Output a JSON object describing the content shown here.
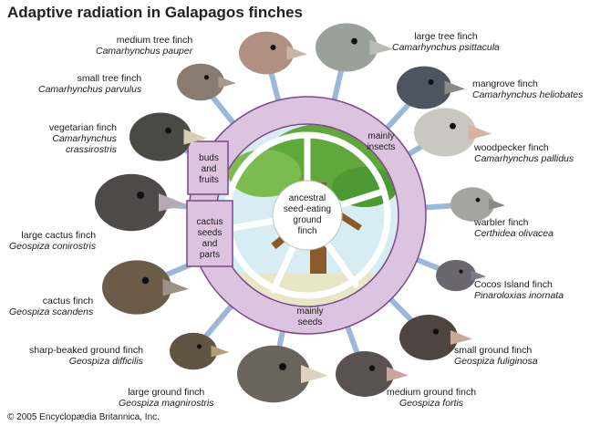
{
  "title": "Adaptive radiation in Galapagos finches",
  "copyright": "© 2005 Encyclopædia Britannica, Inc.",
  "center_label": [
    "ancestral",
    "seed-eating",
    "ground",
    "finch"
  ],
  "diet_groups": {
    "insects": [
      "mainly",
      "insects"
    ],
    "seeds": [
      "mainly",
      "seeds"
    ],
    "buds": [
      "buds",
      "and",
      "fruits"
    ],
    "cactus": [
      "cactus",
      "seeds",
      "and",
      "parts"
    ]
  },
  "colors": {
    "ring": "#dcc3e0",
    "ring_stroke": "#7a4a86",
    "branch": "#ffffff",
    "spoke": "#9bb8d6",
    "tree_trunk": "#8a5a2b",
    "foliage": "#5fa83b",
    "sky": "#d8ecf3"
  },
  "finches": [
    {
      "name": "medium tree finch",
      "species": "Camarhynchus pauper",
      "head_color": "#b09080",
      "beak_color": "#c9b6a6"
    },
    {
      "name": "large tree finch",
      "species": "Camarhynchus psittacula",
      "head_color": "#9aa09a",
      "beak_color": "#b8bcb2"
    },
    {
      "name": "small tree finch",
      "species": "Camarhynchus parvulus",
      "head_color": "#8a7b70",
      "beak_color": "#a89a8c"
    },
    {
      "name": "mangrove finch",
      "species": "Camarhynchus heliobates",
      "head_color": "#4c5560",
      "beak_color": "#8a8a86"
    },
    {
      "name": "vegetarian finch",
      "species": "Camarhynchus crassirostris",
      "head_color": "#4a4a44",
      "beak_color": "#d8cfb0"
    },
    {
      "name": "woodpecker finch",
      "species": "Camarhynchus pallidus",
      "head_color": "#c8c8c0",
      "beak_color": "#d9b3a0"
    },
    {
      "name": "large cactus finch",
      "species": "Geospiza conirostris",
      "head_color": "#4e4a4a",
      "beak_color": "#b7a8b2"
    },
    {
      "name": "warbler finch",
      "species": "Certhidea olivacea",
      "head_color": "#a4a4a0",
      "beak_color": "#8a8a86"
    },
    {
      "name": "cactus finch",
      "species": "Geospiza scandens",
      "head_color": "#6b5b48",
      "beak_color": "#9a9288"
    },
    {
      "name": "Cocos Island finch",
      "species": "Pinaroloxias inornata",
      "head_color": "#6a6670",
      "beak_color": "#7e7a84"
    },
    {
      "name": "sharp-beaked ground finch",
      "species": "Geospiza difficilis",
      "head_color": "#5f5542",
      "beak_color": "#b79c70"
    },
    {
      "name": "small ground finch",
      "species": "Geospiza fuliginosa",
      "head_color": "#4e4540",
      "beak_color": "#c9a99a"
    },
    {
      "name": "large ground finch",
      "species": "Geospiza magnirostris",
      "head_color": "#6a645c",
      "beak_color": "#e0d2c0"
    },
    {
      "name": "medium ground finch",
      "species": "Geospiza fortis",
      "head_color": "#5a5250",
      "beak_color": "#c7a7a0"
    }
  ]
}
